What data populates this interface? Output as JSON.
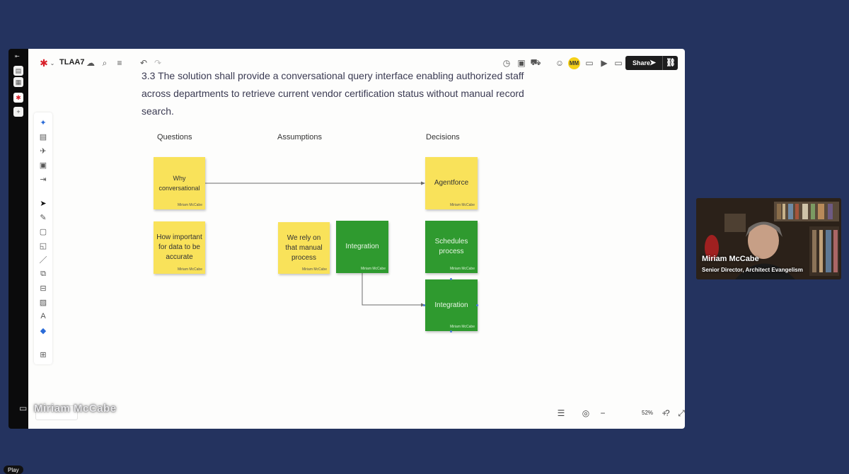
{
  "board": {
    "title": "TLAA7",
    "requirement_text": "3.3 The solution shall provide a conversational query interface enabling authorized staff across departments to retrieve current vendor certification status without manual record search.",
    "columns": [
      "Questions",
      "Assumptions",
      "Decisions"
    ],
    "notes": [
      {
        "text": "Why conversational",
        "author": "Miriam McCabe",
        "color": "yellow"
      },
      {
        "text": "How important for data to be accurate",
        "author": "Miriam McCabe",
        "color": "yellow"
      },
      {
        "text": "We rely on that manual process",
        "author": "Miriam McCabe",
        "color": "yellow"
      },
      {
        "text": "Integration",
        "author": "Miriam McCabe",
        "color": "green"
      },
      {
        "text": "Agentforce",
        "author": "Miriam McCabe",
        "color": "yellow"
      },
      {
        "text": "Schedules process",
        "author": "Miriam McCabe",
        "color": "green"
      },
      {
        "text": "Integration",
        "author": "Miriam McCabe",
        "color": "green"
      }
    ]
  },
  "header": {
    "avatar_initials": "MM",
    "share_label": "Share"
  },
  "footer": {
    "zoom": "52%"
  },
  "video": {
    "speaker_name": "Miriam McCabe",
    "speaker_title": "Senior Director, Architect Evangelism"
  },
  "presenter_label": "Miriam McCabe",
  "player": {
    "play_label": "Play"
  },
  "colors": {
    "background": "#24335f",
    "sticky_yellow": "#f9e25a",
    "sticky_green": "#2f9a2f",
    "avatar": "#f5d019"
  },
  "icons": [
    "menu-icon",
    "home-icon",
    "app-icon",
    "add-icon",
    "sparkle-icon",
    "table-icon",
    "rocket-icon",
    "frame-icon",
    "login-icon",
    "pointer-icon",
    "pen-icon",
    "sticky-note-icon",
    "shapes-icon",
    "line-icon",
    "copy-icon",
    "template-icon",
    "image-icon",
    "text-icon",
    "diamond-icon",
    "apps-icon",
    "undo-icon",
    "redo-icon",
    "timer-icon",
    "lock-icon",
    "car-icon",
    "users-icon",
    "comment-icon",
    "present-icon",
    "video-icon",
    "plane-icon",
    "link-icon",
    "list-icon",
    "accessibility-icon",
    "zoom-out-icon",
    "zoom-in-icon",
    "fullscreen-icon",
    "help-icon",
    "monitor-icon"
  ]
}
